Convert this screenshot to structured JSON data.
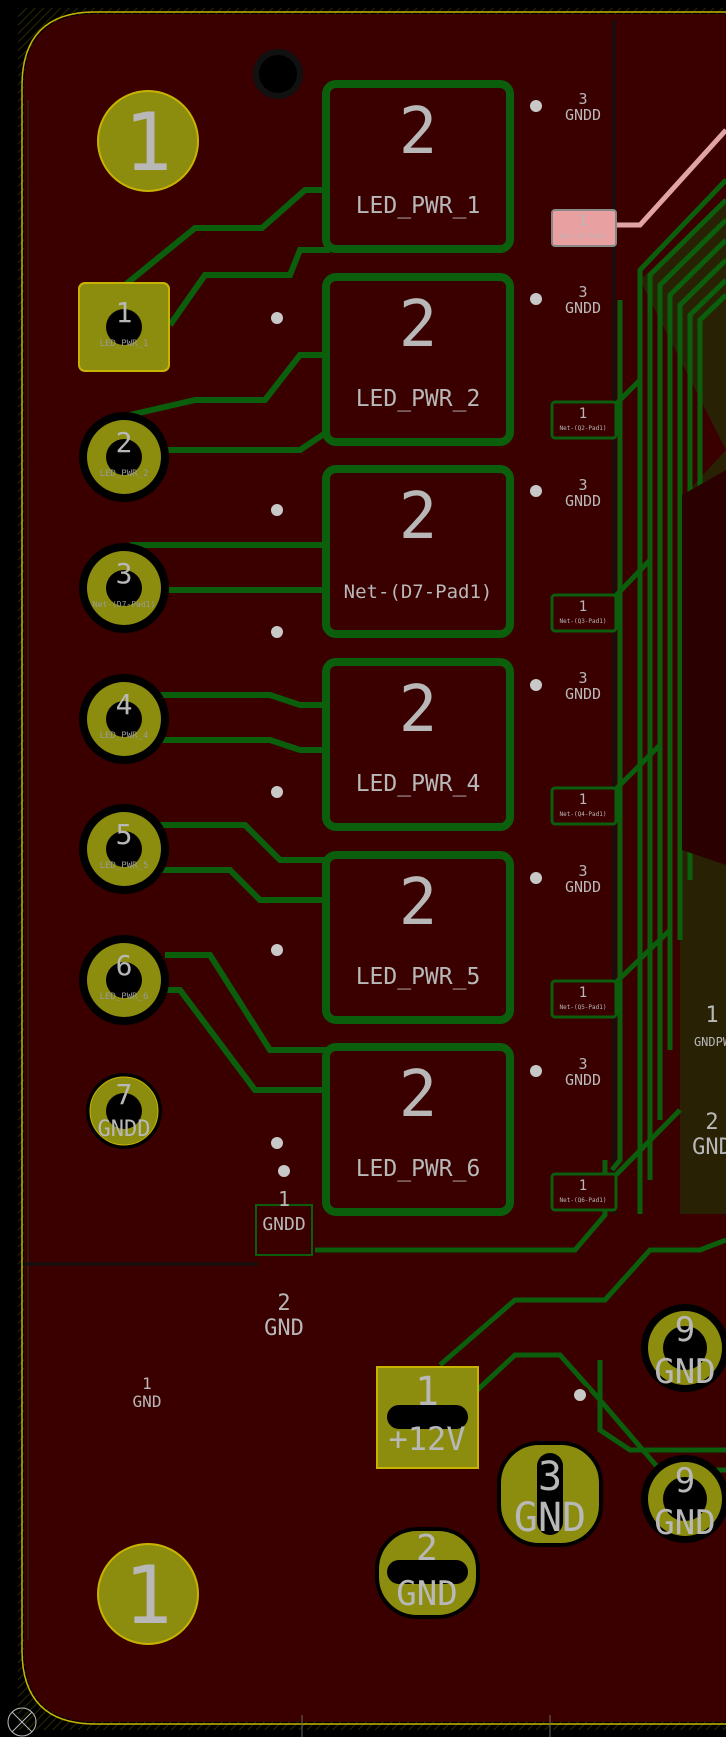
{
  "colors": {
    "background": "#000000",
    "copper_fill": "#3a0000",
    "track": "#0b5e0b",
    "pad_gold": "#8c8c0e",
    "silk": "#b8b8b8",
    "edge": "#c8b400",
    "selected_track": "#e2a3a3",
    "selected_pad": "#e8a0a0"
  },
  "mounting_holes": {
    "top": {
      "number": "1"
    },
    "bottom": {
      "number": "1"
    }
  },
  "connector": {
    "pins": [
      {
        "number": "1",
        "net": "LED_PWR_1"
      },
      {
        "number": "2",
        "net": "LED_PWR_2"
      },
      {
        "number": "3",
        "net": "Net-(D7-Pad1)"
      },
      {
        "number": "4",
        "net": "LED_PWR_4"
      },
      {
        "number": "5",
        "net": "LED_PWR_5"
      },
      {
        "number": "6",
        "net": "LED_PWR_6"
      },
      {
        "number": "7",
        "net": "GNDD"
      }
    ]
  },
  "big_pads": [
    {
      "number": "2",
      "net": "LED_PWR_1"
    },
    {
      "number": "2",
      "net": "LED_PWR_2"
    },
    {
      "number": "2",
      "net": "Net-(D7-Pad1)"
    },
    {
      "number": "2",
      "net": "LED_PWR_4"
    },
    {
      "number": "2",
      "net": "LED_PWR_5"
    },
    {
      "number": "2",
      "net": "LED_PWR_6"
    }
  ],
  "gate_pads": [
    {
      "number": "1",
      "net": "Net-(Q1-Pad1)"
    },
    {
      "number": "1",
      "net": "Net-(Q2-Pad1)"
    },
    {
      "number": "1",
      "net": "Net-(Q3-Pad1)"
    },
    {
      "number": "1",
      "net": "Net-(Q4-Pad1)"
    },
    {
      "number": "1",
      "net": "Net-(Q5-Pad1)"
    },
    {
      "number": "1",
      "net": "Net-(Q6-Pad1)"
    }
  ],
  "source_pads": [
    {
      "number": "3",
      "net": "GNDD"
    },
    {
      "number": "3",
      "net": "GNDD"
    },
    {
      "number": "3",
      "net": "GNDD"
    },
    {
      "number": "3",
      "net": "GNDD"
    },
    {
      "number": "3",
      "net": "GNDD"
    },
    {
      "number": "3",
      "net": "GNDD"
    }
  ],
  "small_labels": {
    "gndd_pad": {
      "number": "1",
      "net": "GNDD"
    },
    "gnd_pad2": {
      "number": "2",
      "net": "GND"
    },
    "gnd_pad1": {
      "number": "1",
      "net": "GND"
    },
    "right_pad1": {
      "number": "1",
      "net": "GNDPW"
    },
    "right_pad2": {
      "number": "2",
      "net": "GND"
    }
  },
  "power_jack": {
    "pin1": {
      "number": "1",
      "net": "+12V"
    },
    "pin2": {
      "number": "2",
      "net": "GND"
    },
    "pin3": {
      "number": "3",
      "net": "GND"
    }
  },
  "right_big_pads": [
    {
      "number": "9",
      "net": "GND"
    },
    {
      "number": "9",
      "net": "GND"
    }
  ]
}
